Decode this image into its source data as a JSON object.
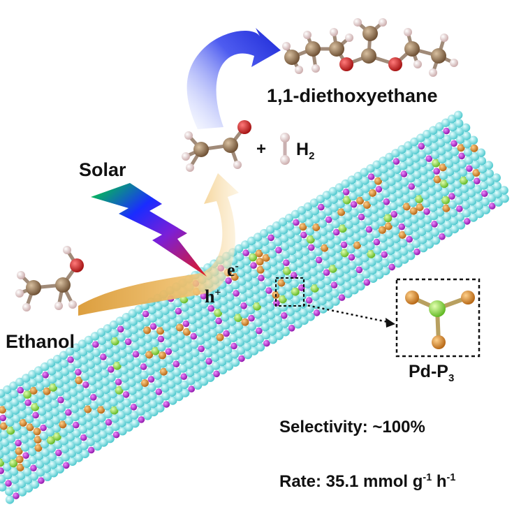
{
  "labels": {
    "product": "1,1-diethoxyethane",
    "hydrogen_prefix": "H",
    "hydrogen_sub": "2",
    "plus": "+",
    "solar": "Solar",
    "ethanol": "Ethanol",
    "hole": "h",
    "hole_charge": "+",
    "electron": "e",
    "electron_charge": "-",
    "site_prefix": "Pd-P",
    "site_sub": "3",
    "selectivity": "Selectivity: ~100%",
    "rate_prefix": "Rate: 35.1 mmol g",
    "rate_exp1": "-1",
    "rate_mid": " h",
    "rate_exp2": "-1"
  },
  "colors": {
    "substrate_atom": "#7fe3e6",
    "p_atom": "#b41cd6",
    "pd_atom": "#8ee03a",
    "dopant_atom": "#e08a1c",
    "carbon": "#8a6a4a",
    "oxygen": "#cc1b1b",
    "hydrogen": "#f0dcdc",
    "blue_arrow": "#2430d8",
    "orange_arrow": "#e8b04a"
  }
}
